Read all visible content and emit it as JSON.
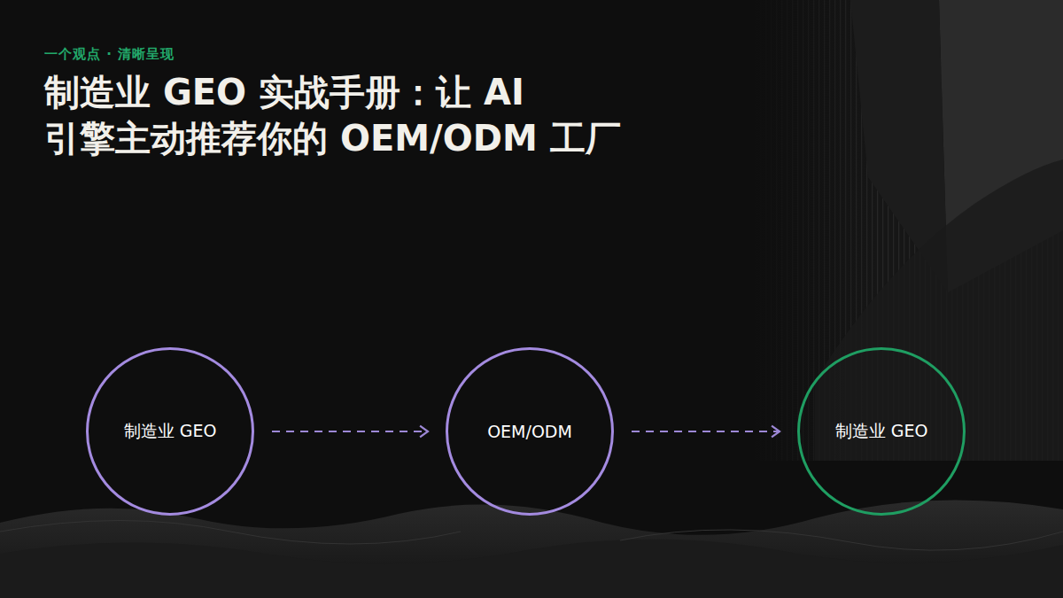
{
  "diagram": {
    "title": "制造业 GEO 实战手册：让 AI 引擎主动推荐你的 OEM/ODM 工厂",
    "nodes": [
      {
        "text": [
          "制造业 GEO"
        ]
      },
      {
        "text": [
          "OEM/ODM"
        ]
      },
      {
        "text": [
          "制造业 GEO"
        ]
      }
    ],
    "edges": [
      {
        "from": 0,
        "to": 1,
        "arrow": "to"
      },
      {
        "from": 1,
        "to": 2,
        "arrow": "to"
      }
    ],
    "labels": [
      "一个观点 · 清晰呈现"
    ]
  }
}
